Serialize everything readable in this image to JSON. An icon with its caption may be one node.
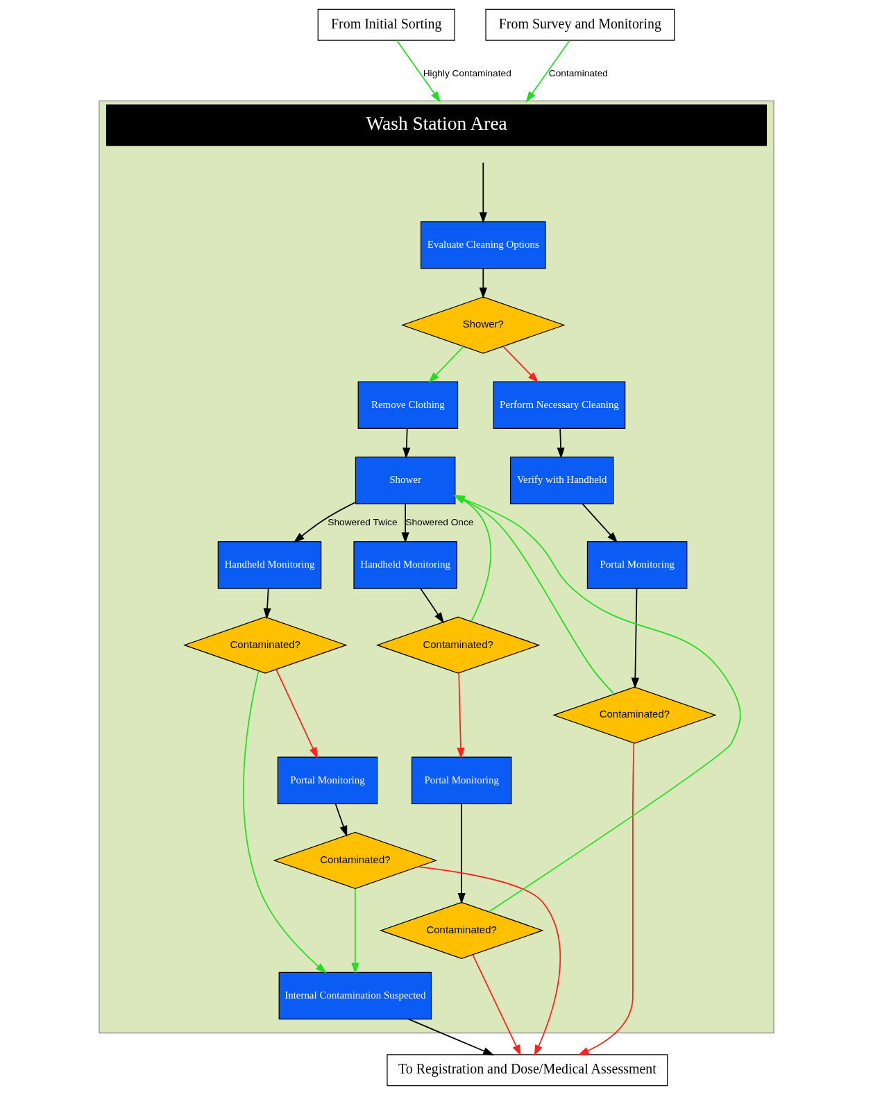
{
  "diagram": {
    "nodes": [
      {
        "text": [
          "From Initial Sorting"
        ]
      },
      {
        "text": [
          "Wash Station Area"
        ]
      },
      {
        "text": [
          "Evaluate Cleaning Options"
        ],
        "in": 1
      },
      {
        "text": [
          "Shower?"
        ],
        "in": 1
      },
      {
        "text": [
          "Remove Clothing"
        ],
        "in": 1
      },
      {
        "text": [
          "Shower"
        ],
        "in": 1
      },
      {
        "text": [
          "Perform Necessary Cleaning"
        ],
        "in": 1
      },
      {
        "text": [
          "Verify with Handheld"
        ],
        "in": 1
      },
      {
        "text": [
          "Handheld Monitoring"
        ],
        "in": 1
      },
      {
        "text": [
          "Handheld Monitoring"
        ],
        "in": 1
      },
      {
        "text": [
          "Portal Monitoring"
        ],
        "in": 1
      },
      {
        "text": [
          "Contaminated?"
        ],
        "in": 1
      },
      {
        "text": [
          "Contaminated?"
        ],
        "in": 1
      },
      {
        "text": [
          "Contaminated?"
        ],
        "in": 1
      },
      {
        "text": [
          "Portal Monitoring"
        ],
        "in": 1
      },
      {
        "text": [
          "Portal Monitoring"
        ],
        "in": 1
      },
      {
        "text": [
          "Contaminated?"
        ],
        "in": 1
      },
      {
        "text": [
          "Contaminated?"
        ],
        "in": 1
      },
      {
        "text": [
          "Internal Contamination Suspected"
        ],
        "in": 1
      },
      {
        "text": [
          "From Survey and Monitoring"
        ]
      },
      {
        "text": [
          "To Registration and Dose/Medical Assessment"
        ]
      }
    ],
    "edges": [
      {
        "from": 0,
        "to": 1,
        "arrow": "to",
        "label": "Highly Contaminated",
        "color": "#22dd22"
      },
      {
        "from": 19,
        "to": 1,
        "arrow": "to",
        "label": "Contaminated",
        "color": "#22dd22"
      },
      {
        "from": 1,
        "to": 2,
        "arrow": "to"
      },
      {
        "from": 2,
        "to": 3,
        "arrow": "to"
      },
      {
        "from": 3,
        "to": 4,
        "arrow": "to",
        "color": "#22dd22"
      },
      {
        "from": 3,
        "to": 6,
        "arrow": "to",
        "color": "#ff2020"
      },
      {
        "from": 4,
        "to": 5,
        "arrow": "to"
      },
      {
        "from": 5,
        "to": 8,
        "arrow": "to",
        "label": "Showered Twice"
      },
      {
        "from": 5,
        "to": 9,
        "arrow": "to",
        "label": "Showered Once"
      },
      {
        "from": 6,
        "to": 7,
        "arrow": "to"
      },
      {
        "from": 7,
        "to": 10,
        "arrow": "to"
      },
      {
        "from": 8,
        "to": 11,
        "arrow": "to"
      },
      {
        "from": 9,
        "to": 12,
        "arrow": "to"
      },
      {
        "from": 10,
        "to": 13,
        "arrow": "to"
      },
      {
        "from": 11,
        "to": 14,
        "arrow": "to",
        "color": "#ff2020"
      },
      {
        "from": 12,
        "to": 15,
        "arrow": "to",
        "color": "#ff2020"
      },
      {
        "from": 12,
        "to": 5,
        "arrow": "to",
        "color": "#22dd22"
      },
      {
        "from": 13,
        "to": 5,
        "arrow": "to",
        "color": "#22dd22"
      },
      {
        "from": 14,
        "to": 16,
        "arrow": "to"
      },
      {
        "from": 15,
        "to": 17,
        "arrow": "to"
      },
      {
        "from": 17,
        "to": 5,
        "arrow": "to",
        "color": "#22dd22"
      },
      {
        "from": 11,
        "to": 18,
        "arrow": "to",
        "color": "#22dd22"
      },
      {
        "from": 16,
        "to": 18,
        "arrow": "to",
        "color": "#22dd22"
      },
      {
        "from": 16,
        "to": 20,
        "arrow": "to",
        "color": "#ff2020"
      },
      {
        "from": 17,
        "to": 20,
        "arrow": "to",
        "color": "#ff2020"
      },
      {
        "from": 13,
        "to": 20,
        "arrow": "to",
        "color": "#ff2020"
      },
      {
        "from": 18,
        "to": 20,
        "arrow": "to"
      }
    ]
  }
}
